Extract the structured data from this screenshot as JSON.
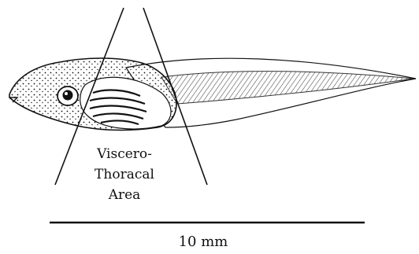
{
  "figure": {
    "region_label_lines": [
      "Viscero-",
      "Thoracal",
      "Area"
    ],
    "scale_bar_label": "10 mm",
    "colors": {
      "ink": "#111111",
      "background": "#ffffff"
    }
  }
}
